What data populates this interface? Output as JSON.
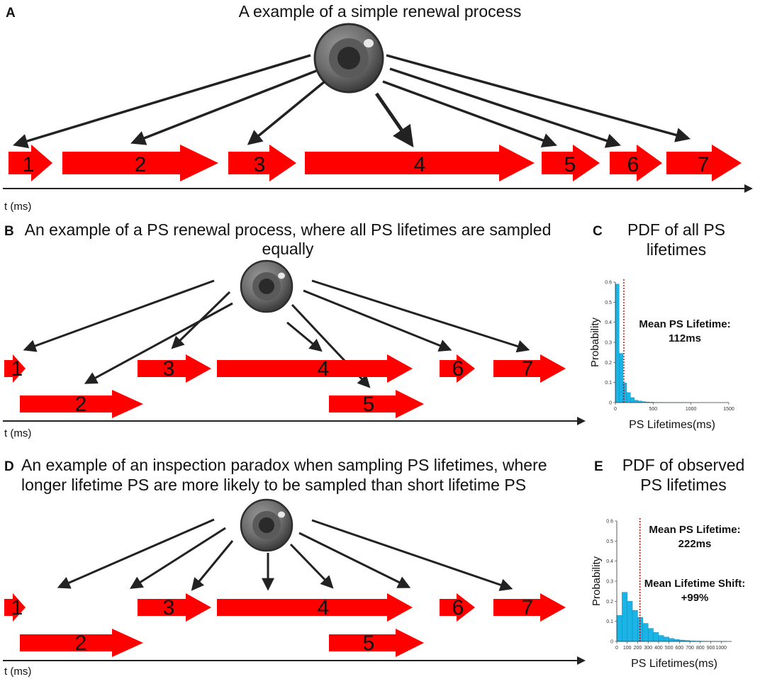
{
  "panels": {
    "A": {
      "letter": "A",
      "title": "A example of a simple renewal process",
      "axis_label": "t (ms)",
      "arrows": [
        "1",
        "2",
        "3",
        "4",
        "5",
        "6",
        "7"
      ]
    },
    "B": {
      "letter": "B",
      "title_line1": "An example of a PS renewal process, where all PS lifetimes are sampled",
      "title_line2": "equally",
      "axis_label": "t (ms)",
      "arrows": [
        "1",
        "2",
        "3",
        "4",
        "5",
        "6",
        "7"
      ]
    },
    "D": {
      "letter": "D",
      "title_line1": "An example of an inspection paradox when sampling PS lifetimes, where",
      "title_line2": "longer lifetime PS are more likely to be sampled than short lifetime PS",
      "axis_label": "t (ms)",
      "arrows": [
        "1",
        "2",
        "3",
        "4",
        "5",
        "6",
        "7"
      ]
    }
  },
  "colors": {
    "arrow_fill": "#ff0000",
    "bar_fill": "#1ab4e6",
    "mean_line": "#cc0000",
    "eye": "#5a5a5a"
  },
  "eye_icon": "eye-icon",
  "chart_data": [
    {
      "panel": "C",
      "type": "bar",
      "title_line1": "PDF of all PS",
      "title_line2": "lifetimes",
      "xlabel": "PS Lifetimes(ms)",
      "ylabel": "Probability",
      "xlim": [
        0,
        1500
      ],
      "ylim": [
        0,
        0.6
      ],
      "x_ticks": [
        "0",
        "500",
        "1000",
        "1500"
      ],
      "y_ticks": [
        "0",
        "0.1",
        "0.2",
        "0.3",
        "0.4",
        "0.5",
        "0.6"
      ],
      "bin_edges": [
        0,
        50,
        100,
        150,
        200,
        250,
        300,
        350,
        400,
        450,
        500,
        550,
        600,
        650,
        700,
        750,
        800,
        850,
        900,
        950,
        1000
      ],
      "values": [
        0.59,
        0.245,
        0.098,
        0.05,
        0.025,
        0.012,
        0.008,
        0.005,
        0.003,
        0.002,
        0.001,
        0.001,
        0.001,
        0.0005,
        0.0005,
        0.0003,
        0.0002,
        0.0002,
        0.0001,
        0.0001
      ],
      "mean_line_x": 112,
      "annotation_line1": "Mean PS Lifetime:",
      "annotation_line2": "112ms"
    },
    {
      "panel": "E",
      "type": "bar",
      "title_line1": "PDF of observed",
      "title_line2": "PS lifetimes",
      "xlabel": "PS Lifetimes(ms)",
      "ylabel": "Probability",
      "xlim": [
        0,
        1100
      ],
      "ylim": [
        0,
        0.6
      ],
      "x_ticks": [
        "0",
        "100",
        "200",
        "300",
        "400",
        "500",
        "600",
        "700",
        "800",
        "900",
        "1000"
      ],
      "y_ticks": [
        "0",
        "0.1",
        "0.2",
        "0.3",
        "0.4",
        "0.5",
        "0.6"
      ],
      "bin_edges": [
        0,
        50,
        100,
        150,
        200,
        250,
        300,
        350,
        400,
        450,
        500,
        550,
        600,
        650,
        700,
        750,
        800,
        850,
        900,
        950,
        1000,
        1050
      ],
      "values": [
        0.13,
        0.245,
        0.2,
        0.155,
        0.12,
        0.09,
        0.065,
        0.045,
        0.03,
        0.022,
        0.015,
        0.01,
        0.007,
        0.005,
        0.003,
        0.002,
        0.0015,
        0.001,
        0.0008,
        0.0005,
        0.0003
      ],
      "mean_line_x": 222,
      "annotation_line1": "Mean PS Lifetime:",
      "annotation_line2": "222ms",
      "annotation2_line1": "Mean Lifetime Shift:",
      "annotation2_line2": "+99%"
    }
  ]
}
